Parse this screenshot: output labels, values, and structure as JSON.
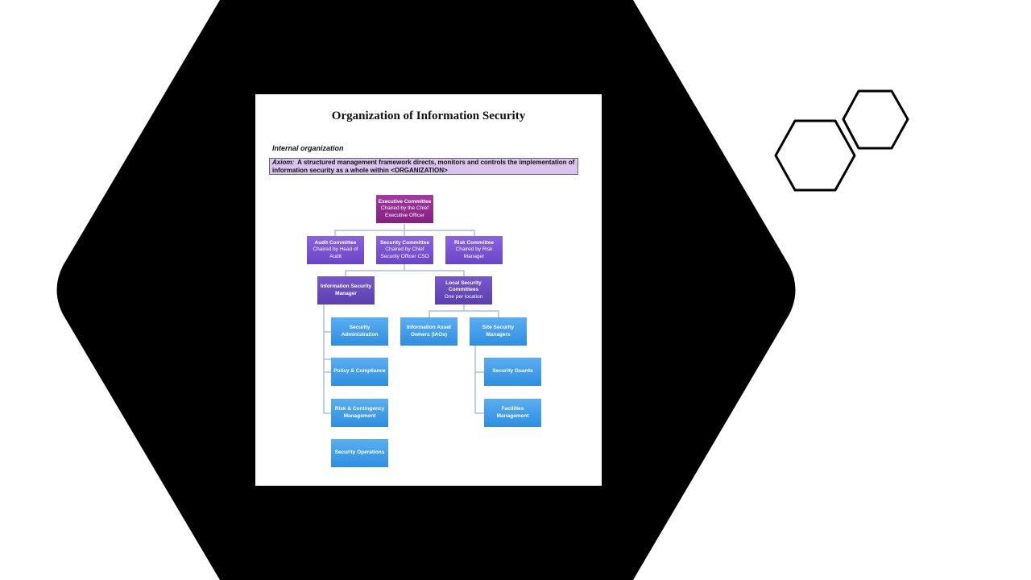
{
  "document": {
    "title": "Organization of Information Security",
    "subtitle": "Internal organization",
    "axiom_label": "Axiom:",
    "axiom_text": "A structured management framework directs, monitors and controls the implementation of information security as a whole within <ORGANIZATION>"
  },
  "org_chart": {
    "executive": {
      "title": "Executive Committee",
      "detail": "Chaired by the Chief Executive Officer"
    },
    "audit": {
      "title": "Audit Committee",
      "detail": "Chaired by Head of Audit"
    },
    "security": {
      "title": "Security Committee",
      "detail": "Chaired by Chief Security Officer CSO"
    },
    "risk": {
      "title": "Risk Committee",
      "detail": "Chaired by Risk Manager"
    },
    "ism": {
      "title": "Information Security Manager"
    },
    "local": {
      "title": "Local Security Committees",
      "detail": "One per location"
    },
    "sec_admin": {
      "title": "Security Administration"
    },
    "policy": {
      "title": "Policy & Compliance"
    },
    "risk_cont": {
      "title": "Risk & Contingency Management"
    },
    "sec_ops": {
      "title": "Security Operations"
    },
    "iao": {
      "title": "Information Asset Owners (IAOs)"
    },
    "site_mgrs": {
      "title": "Site Security Managers"
    },
    "guards": {
      "title": "Security Guards"
    },
    "facilities": {
      "title": "Facilities Management"
    }
  },
  "colors": {
    "hexagon": "#000000",
    "connector": "#a9bfe2"
  }
}
